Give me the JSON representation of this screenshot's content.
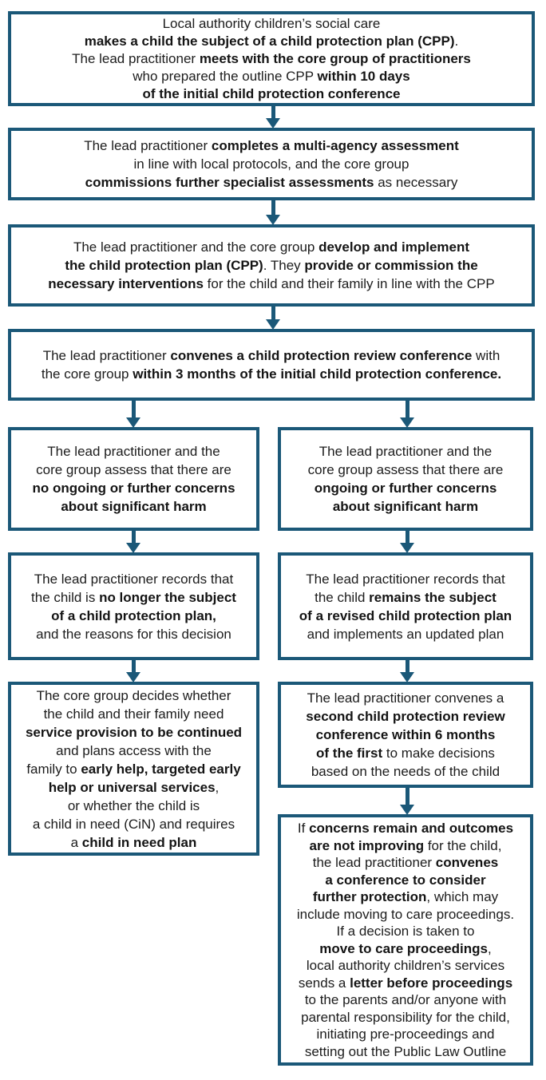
{
  "colors": {
    "border": "#1b5878",
    "arrow": "#1b5878",
    "text": "#1c1c1c",
    "background": "#ffffff"
  },
  "boxes": {
    "step1": {
      "lines": [
        [
          {
            "t": "Local authority children’s social care"
          }
        ],
        [
          {
            "t": "makes a child the subject of a child protection plan (CPP)",
            "b": true
          },
          {
            "t": "."
          }
        ],
        [
          {
            "t": "The lead practitioner "
          },
          {
            "t": "meets with the core group of practitioners",
            "b": true
          }
        ],
        [
          {
            "t": "who prepared the outline CPP "
          },
          {
            "t": "within 10 days",
            "b": true
          }
        ],
        [
          {
            "t": "of the initial child protection conference",
            "b": true
          }
        ]
      ]
    },
    "step2": {
      "lines": [
        [
          {
            "t": "The lead practitioner "
          },
          {
            "t": "completes a multi-agency assessment",
            "b": true
          }
        ],
        [
          {
            "t": "in line with local protocols, and the core group"
          }
        ],
        [
          {
            "t": "commissions further specialist assessments",
            "b": true
          },
          {
            "t": " as necessary"
          }
        ]
      ]
    },
    "step3": {
      "lines": [
        [
          {
            "t": "The lead practitioner and the core group "
          },
          {
            "t": "develop and implement",
            "b": true
          }
        ],
        [
          {
            "t": "the child protection plan (CPP)",
            "b": true
          },
          {
            "t": ". They "
          },
          {
            "t": "provide or commission the",
            "b": true
          }
        ],
        [
          {
            "t": "necessary interventions",
            "b": true
          },
          {
            "t": " for the child and their family in line with the CPP"
          }
        ]
      ]
    },
    "step4": {
      "lines": [
        [
          {
            "t": "The lead practitioner "
          },
          {
            "t": "convenes a child protection review conference",
            "b": true
          },
          {
            "t": " with"
          }
        ],
        [
          {
            "t": "the core group "
          },
          {
            "t": "within 3 months of the initial child protection conference.",
            "b": true
          }
        ]
      ]
    },
    "left1": {
      "lines": [
        [
          {
            "t": "The lead practitioner and the"
          }
        ],
        [
          {
            "t": "core group assess that there are"
          }
        ],
        [
          {
            "t": "no ongoing or further concerns",
            "b": true
          }
        ],
        [
          {
            "t": "about significant harm",
            "b": true
          }
        ]
      ]
    },
    "left2": {
      "lines": [
        [
          {
            "t": "The lead practitioner records that"
          }
        ],
        [
          {
            "t": "the child is "
          },
          {
            "t": "no longer the subject",
            "b": true
          }
        ],
        [
          {
            "t": "of a child protection plan,",
            "b": true
          }
        ],
        [
          {
            "t": "and the reasons for this decision"
          }
        ]
      ]
    },
    "left3": {
      "lines": [
        [
          {
            "t": "The core group decides whether"
          }
        ],
        [
          {
            "t": "the child and their family need"
          }
        ],
        [
          {
            "t": "service provision to be continued",
            "b": true
          }
        ],
        [
          {
            "t": "and plans access with the"
          }
        ],
        [
          {
            "t": "family to "
          },
          {
            "t": "early help, targeted early",
            "b": true
          }
        ],
        [
          {
            "t": "help or universal services",
            "b": true
          },
          {
            "t": ","
          }
        ],
        [
          {
            "t": "or whether the child is"
          }
        ],
        [
          {
            "t": "a child in need (CiN) and requires"
          }
        ],
        [
          {
            "t": "a "
          },
          {
            "t": "child in need plan",
            "b": true
          }
        ]
      ]
    },
    "right1": {
      "lines": [
        [
          {
            "t": "The lead practitioner and the"
          }
        ],
        [
          {
            "t": "core group assess that there are"
          }
        ],
        [
          {
            "t": "ongoing or further concerns",
            "b": true
          }
        ],
        [
          {
            "t": "about significant harm",
            "b": true
          }
        ]
      ]
    },
    "right2": {
      "lines": [
        [
          {
            "t": "The lead practitioner records that"
          }
        ],
        [
          {
            "t": "the child "
          },
          {
            "t": "remains the subject",
            "b": true
          }
        ],
        [
          {
            "t": "of a revised child protection plan",
            "b": true
          }
        ],
        [
          {
            "t": "and implements an updated plan"
          }
        ]
      ]
    },
    "right3": {
      "lines": [
        [
          {
            "t": "The lead practitioner convenes a"
          }
        ],
        [
          {
            "t": "second child protection review",
            "b": true
          }
        ],
        [
          {
            "t": "conference within 6 months",
            "b": true
          }
        ],
        [
          {
            "t": "of the first",
            "b": true
          },
          {
            "t": " to make decisions"
          }
        ],
        [
          {
            "t": "based on the needs of the child"
          }
        ]
      ]
    },
    "right4": {
      "lines": [
        [
          {
            "t": "If "
          },
          {
            "t": "concerns remain and outcomes",
            "b": true
          }
        ],
        [
          {
            "t": "are not improving",
            "b": true
          },
          {
            "t": " for the child,"
          }
        ],
        [
          {
            "t": "the lead practitioner "
          },
          {
            "t": "convenes",
            "b": true
          }
        ],
        [
          {
            "t": "a conference to consider",
            "b": true
          }
        ],
        [
          {
            "t": "further protection",
            "b": true
          },
          {
            "t": ", which may"
          }
        ],
        [
          {
            "t": "include moving to care proceedings."
          }
        ],
        [
          {
            "t": "If a decision is taken to"
          }
        ],
        [
          {
            "t": "move to care proceedings",
            "b": true
          },
          {
            "t": ","
          }
        ],
        [
          {
            "t": "local authority children’s services"
          }
        ],
        [
          {
            "t": "sends a "
          },
          {
            "t": "letter before proceedings",
            "b": true
          }
        ],
        [
          {
            "t": "to the parents and/or anyone with"
          }
        ],
        [
          {
            "t": "parental responsibility for the child,"
          }
        ],
        [
          {
            "t": "initiating pre-proceedings and"
          }
        ],
        [
          {
            "t": "setting out the Public Law Outline"
          }
        ]
      ]
    }
  }
}
